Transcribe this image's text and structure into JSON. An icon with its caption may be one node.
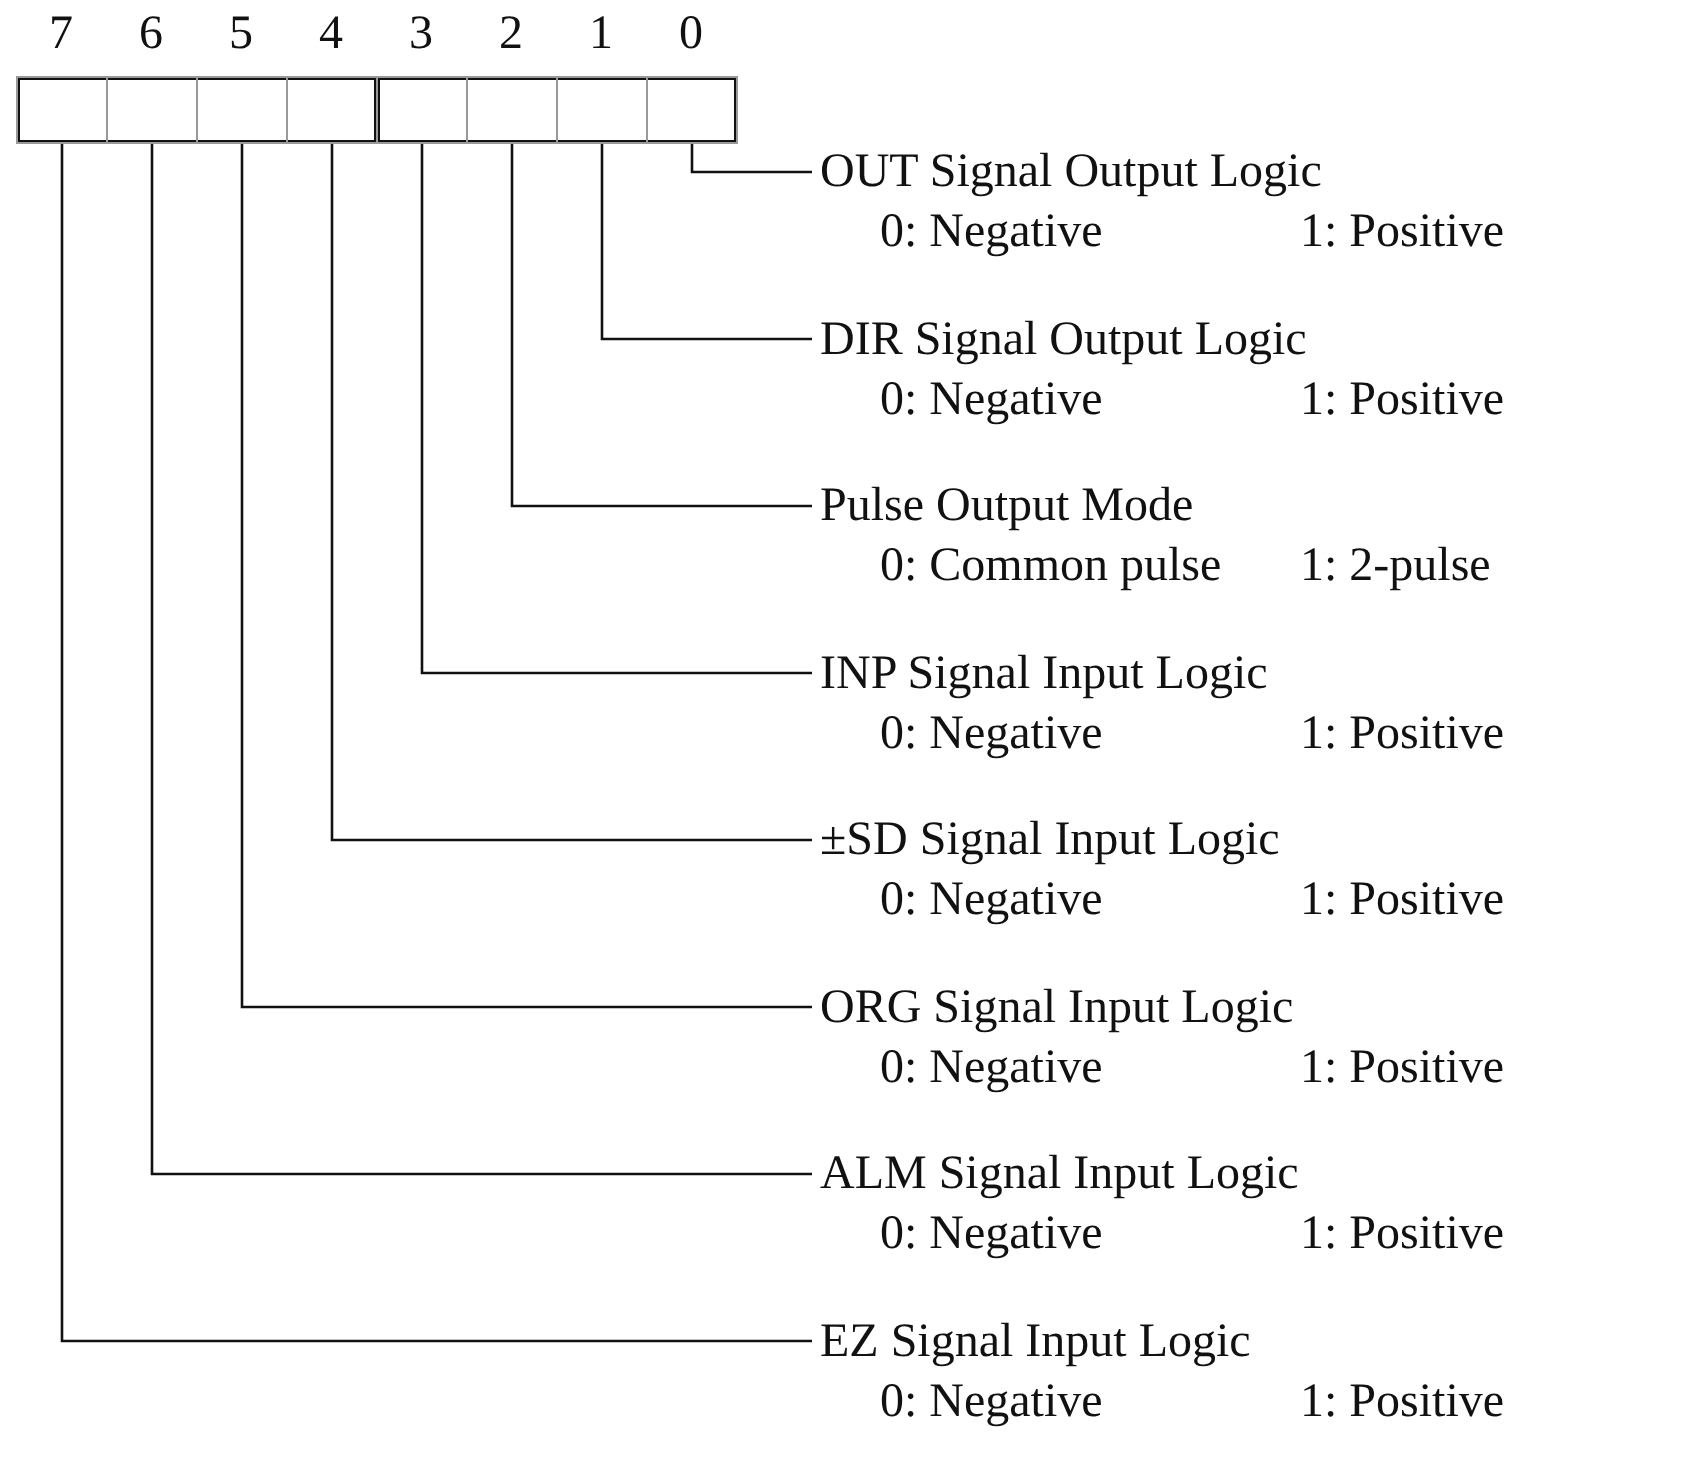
{
  "diagram": {
    "nodes": [
      {
        "text": [
          "7"
        ]
      },
      {
        "text": [
          "6"
        ]
      },
      {
        "text": [
          "5"
        ]
      },
      {
        "text": [
          "4"
        ]
      },
      {
        "text": [
          "3"
        ]
      },
      {
        "text": [
          "2"
        ]
      },
      {
        "text": [
          "1"
        ]
      },
      {
        "text": [
          "0"
        ]
      },
      {
        "text": [
          "OUT Signal Output Logic",
          "0: Negative",
          "1: Positive"
        ]
      },
      {
        "text": [
          "DIR Signal Output Logic",
          "0: Negative",
          "1: Positive"
        ]
      },
      {
        "text": [
          "Pulse Output Mode",
          "0: Common pulse",
          "1: 2-pulse"
        ]
      },
      {
        "text": [
          "INP Signal Input Logic",
          "0: Negative",
          "1: Positive"
        ]
      },
      {
        "text": [
          "±SD Signal Input Logic",
          "0: Negative",
          "1: Positive"
        ]
      },
      {
        "text": [
          "ORG Signal Input Logic",
          "0: Negative",
          "1: Positive"
        ]
      },
      {
        "text": [
          "ALM Signal Input Logic",
          "0: Negative",
          "1: Positive"
        ]
      },
      {
        "text": [
          "EZ Signal Input Logic",
          "0: Negative",
          "1: Positive"
        ]
      }
    ],
    "edges": [
      {
        "from": 8,
        "to": 7,
        "arrow": "none"
      },
      {
        "from": 9,
        "to": 6,
        "arrow": "none"
      },
      {
        "from": 10,
        "to": 5,
        "arrow": "none"
      },
      {
        "from": 11,
        "to": 4,
        "arrow": "none"
      },
      {
        "from": 12,
        "to": 3,
        "arrow": "none"
      },
      {
        "from": 13,
        "to": 2,
        "arrow": "none"
      },
      {
        "from": 14,
        "to": 1,
        "arrow": "none"
      },
      {
        "from": 15,
        "to": 0,
        "arrow": "none"
      }
    ]
  }
}
